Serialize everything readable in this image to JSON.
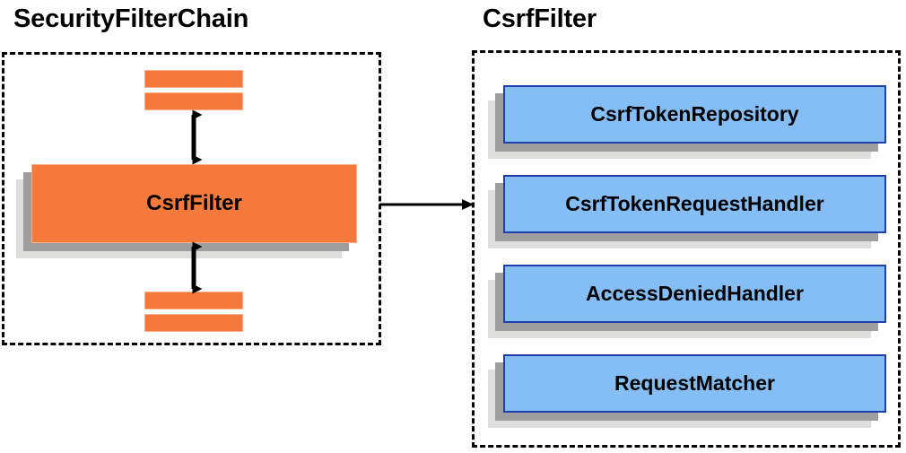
{
  "diagram": {
    "title_left": "SecurityFilterChain",
    "title_right": "CsrfFilter",
    "colors": {
      "orange_fill": "#f4793b",
      "orange_border": "#f9b088",
      "blue_fill": "#85bdf5",
      "blue_border": "#1f3faa",
      "shadow_near": "#9e9e9e",
      "shadow_far": "#dededd",
      "panel_border": "#000000",
      "arrow": "#000000",
      "text": "#000000",
      "background": "#ffffff"
    }
  },
  "left_panel": {
    "name": "SecurityFilterChain",
    "filters_above": [
      "",
      ""
    ],
    "focus_filter": {
      "label": "CsrfFilter"
    },
    "filters_below": [
      "",
      ""
    ],
    "connector_above": "double-headed-vertical-arrow",
    "connector_below": "double-headed-vertical-arrow"
  },
  "right_panel": {
    "name": "CsrfFilter",
    "collaborators": [
      {
        "label": "CsrfTokenRepository"
      },
      {
        "label": "CsrfTokenRequestHandler"
      },
      {
        "label": "AccessDeniedHandler"
      },
      {
        "label": "RequestMatcher"
      }
    ]
  },
  "connector": {
    "from": "CsrfFilter",
    "to": "CsrfFilter collaborators",
    "style": "single-headed-horizontal-arrow"
  }
}
